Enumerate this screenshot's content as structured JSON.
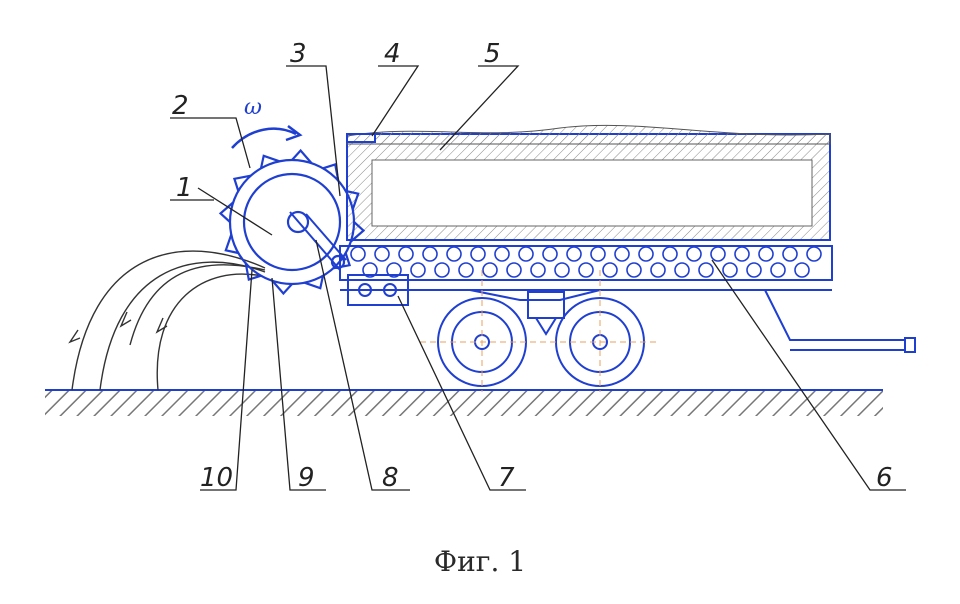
{
  "figure": {
    "caption": "Фиг. 1",
    "omega_label": "ω",
    "callouts": [
      {
        "id": "1",
        "text": "1"
      },
      {
        "id": "2",
        "text": "2"
      },
      {
        "id": "3",
        "text": "3"
      },
      {
        "id": "4",
        "text": "4"
      },
      {
        "id": "5",
        "text": "5"
      },
      {
        "id": "6",
        "text": "6"
      },
      {
        "id": "7",
        "text": "7"
      },
      {
        "id": "8",
        "text": "8"
      },
      {
        "id": "9",
        "text": "9"
      },
      {
        "id": "10",
        "text": "10"
      }
    ]
  },
  "colors": {
    "line_blue": "#1f3fd1",
    "hatch": "#6a6a6a",
    "ink": "#222222",
    "orange_dash": "#e8a060"
  }
}
